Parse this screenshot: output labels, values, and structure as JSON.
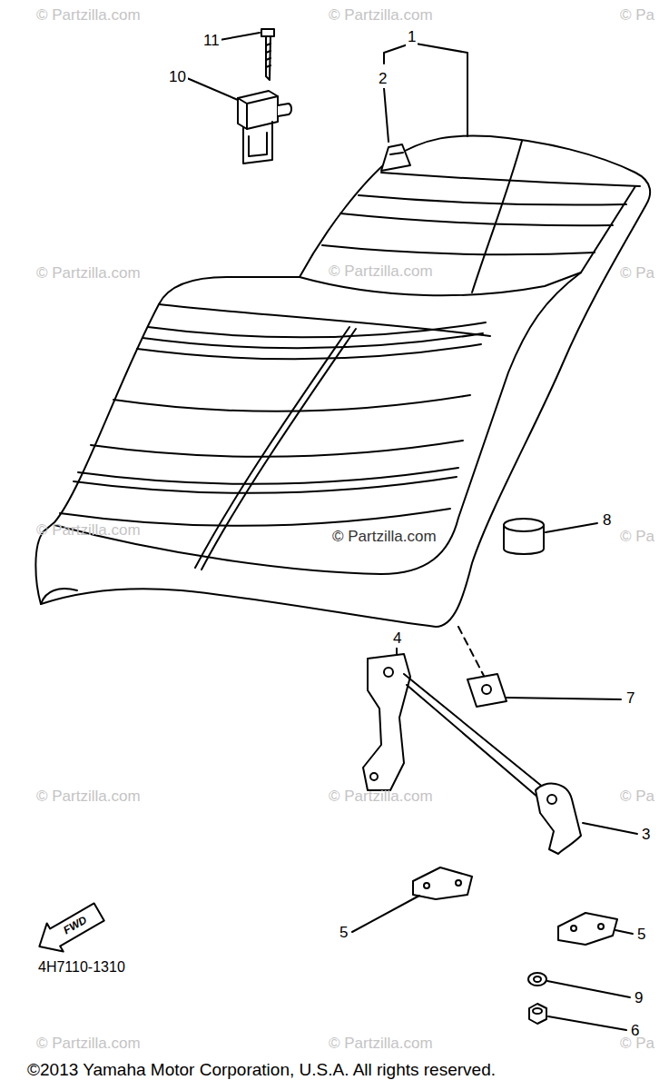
{
  "diagram": {
    "labels": [
      "© Partzilla.com",
      "© Partzilla.com",
      "© Pa",
      "11",
      "10",
      "1",
      "2",
      "© Partzilla.com",
      "© Partzilla.com",
      "© Pa",
      "© Partzilla.com",
      "© Partzilla.com",
      "8",
      "© Pa",
      "7",
      "4",
      "© Partzilla.com",
      "© Partzilla.com",
      "© Pa",
      "3",
      "FWD",
      "4H7110-1310",
      "5",
      "5",
      "9",
      "6",
      "© Partzilla.com",
      "© Partzilla.com",
      "© Pa",
      "©2013 Yamaha Motor Corporation, U.S.A. All rights reserved."
    ]
  }
}
